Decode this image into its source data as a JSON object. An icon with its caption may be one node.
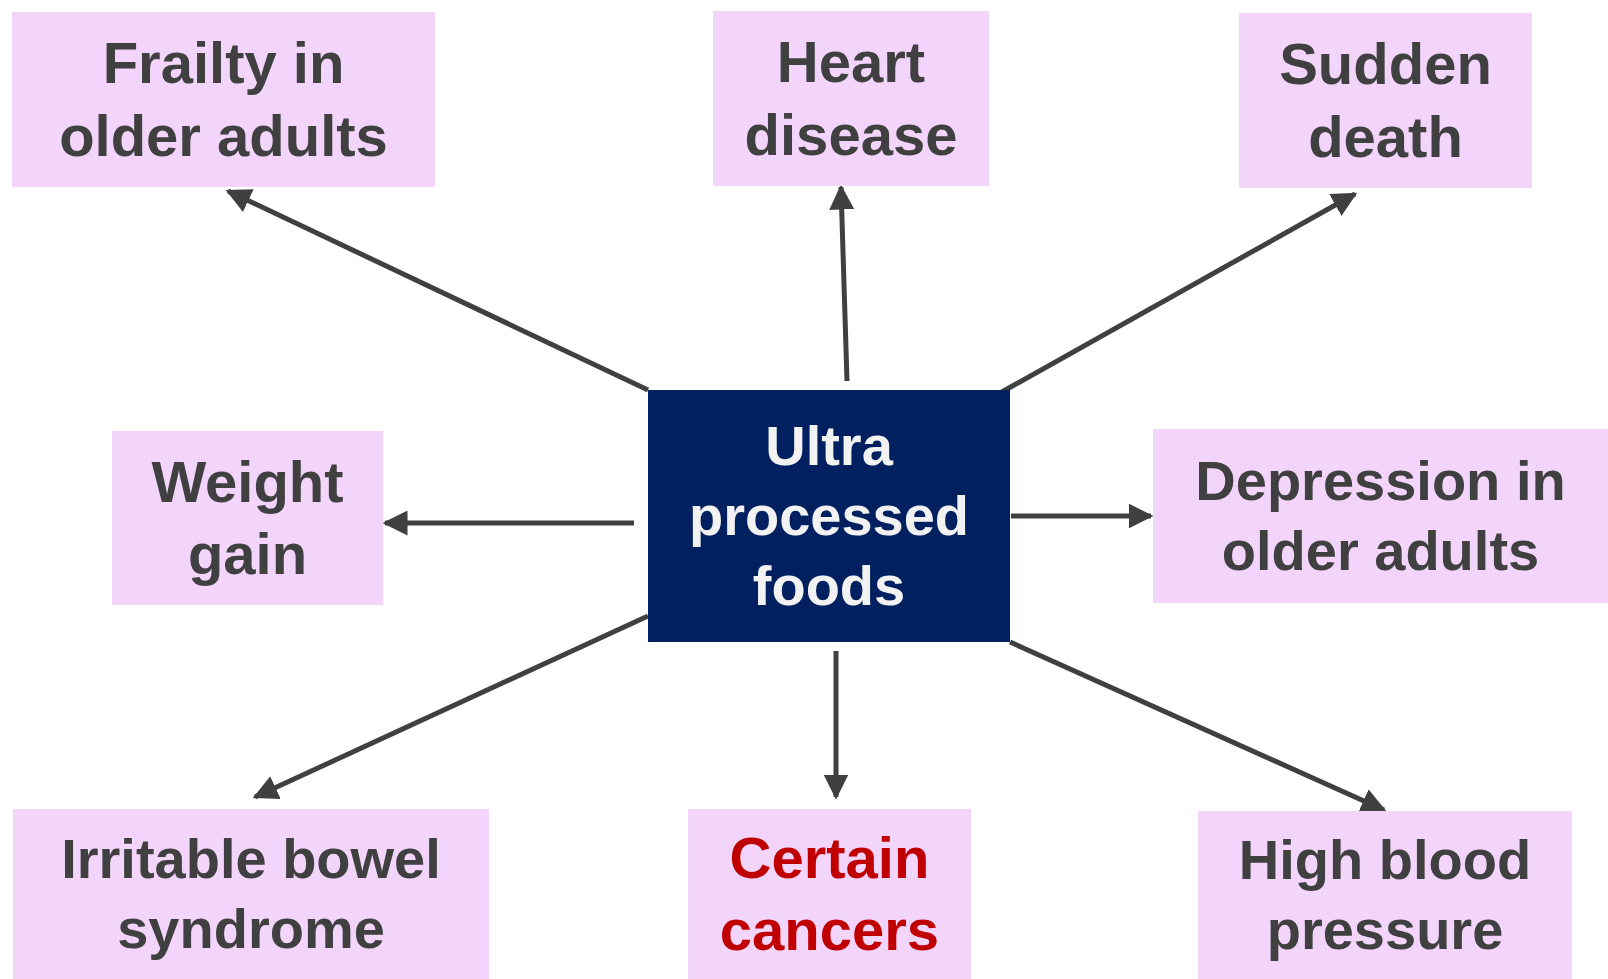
{
  "diagram": {
    "nodes": [
      {
        "text": [
          "Ultra processed foods"
        ]
      },
      {
        "text": [
          "Frailty in older adults"
        ]
      },
      {
        "text": [
          "Heart disease"
        ]
      },
      {
        "text": [
          "Sudden death"
        ]
      },
      {
        "text": [
          "Weight gain"
        ]
      },
      {
        "text": [
          "Depression in older adults"
        ]
      },
      {
        "text": [
          "Irritable bowel syndrome"
        ]
      },
      {
        "text": [
          "Certain cancers"
        ]
      },
      {
        "text": [
          "High blood pressure"
        ]
      }
    ],
    "edges": [
      {
        "from": 0,
        "to": 1,
        "arrow": "to"
      },
      {
        "from": 0,
        "to": 2,
        "arrow": "to"
      },
      {
        "from": 0,
        "to": 3,
        "arrow": "to"
      },
      {
        "from": 0,
        "to": 4,
        "arrow": "to"
      },
      {
        "from": 0,
        "to": 5,
        "arrow": "to"
      },
      {
        "from": 0,
        "to": 6,
        "arrow": "to"
      },
      {
        "from": 0,
        "to": 7,
        "arrow": "to"
      },
      {
        "from": 0,
        "to": 8,
        "arrow": "to"
      }
    ]
  }
}
